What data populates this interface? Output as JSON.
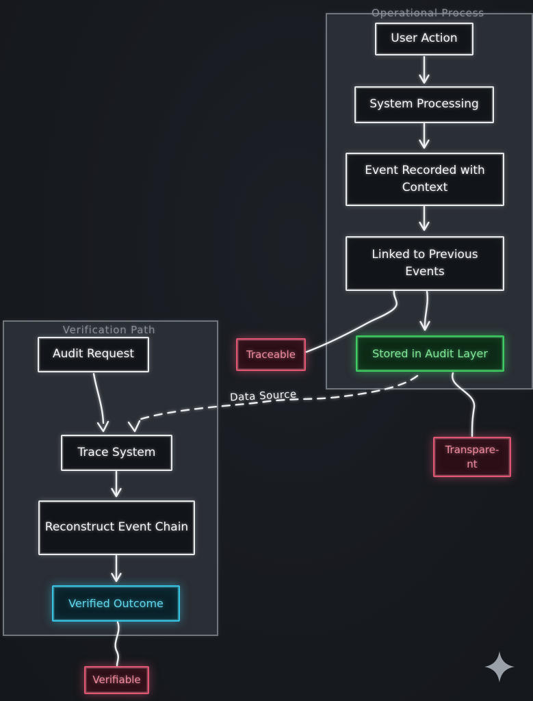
{
  "diagram": {
    "groups": {
      "operational": {
        "title": "Operational Process"
      },
      "verification": {
        "title": "Verification Path"
      }
    },
    "nodes": {
      "user_action": {
        "label": "User Action",
        "kind": "default"
      },
      "system_processing": {
        "label": "System Processing",
        "kind": "default"
      },
      "event_recorded": {
        "label": "Event Recorded with Context",
        "kind": "default"
      },
      "linked_previous": {
        "label": "Linked to Previous Events",
        "kind": "default"
      },
      "stored_audit": {
        "label": "Stored in Audit Layer",
        "kind": "green"
      },
      "traceable": {
        "label": "Traceable",
        "kind": "red"
      },
      "transparent": {
        "label": "Transpare-\nnt",
        "kind": "red"
      },
      "audit_request": {
        "label": "Audit Request",
        "kind": "default"
      },
      "trace_system": {
        "label": "Trace System",
        "kind": "default"
      },
      "reconstruct": {
        "label": "Reconstruct Event Chain",
        "kind": "default"
      },
      "verified_outcome": {
        "label": "Verified Outcome",
        "kind": "cyan"
      },
      "verifiable": {
        "label": "Verifiable",
        "kind": "red"
      }
    },
    "edge_labels": {
      "data_source": "Data Source"
    },
    "edges": [
      {
        "from": "user_action",
        "to": "system_processing",
        "style": "solid-arrow"
      },
      {
        "from": "system_processing",
        "to": "event_recorded",
        "style": "solid-arrow"
      },
      {
        "from": "event_recorded",
        "to": "linked_previous",
        "style": "solid-arrow"
      },
      {
        "from": "linked_previous",
        "to": "stored_audit",
        "style": "solid-arrow"
      },
      {
        "from": "linked_previous",
        "to": "traceable",
        "style": "solid-line"
      },
      {
        "from": "stored_audit",
        "to": "transparent",
        "style": "solid-line"
      },
      {
        "from": "stored_audit",
        "to": "trace_system",
        "style": "dashed-arrow",
        "label": "Data Source"
      },
      {
        "from": "audit_request",
        "to": "trace_system",
        "style": "solid-arrow"
      },
      {
        "from": "trace_system",
        "to": "reconstruct",
        "style": "solid-arrow"
      },
      {
        "from": "reconstruct",
        "to": "verified_outcome",
        "style": "solid-arrow"
      },
      {
        "from": "verified_outcome",
        "to": "verifiable",
        "style": "solid-line"
      }
    ],
    "colors": {
      "background": "#171a1f",
      "group_fill": "#2a2e35",
      "group_border": "#71777f",
      "group_title_text": "#8a9099",
      "node_fill": "#111419",
      "node_border": "#e9ebed",
      "node_text": "#f7f8f9",
      "green_border": "#3bcd62",
      "green_text": "#80e997",
      "green_fill": "#0d2a17",
      "red_border": "#e05571",
      "red_text": "#f28da0",
      "red_fill": "#2a0f17",
      "cyan_border": "#38c5e5",
      "cyan_text": "#5fd9ef",
      "cyan_fill": "#0a2129",
      "line": "#eef0f2",
      "sparkle": "#9ba1a8"
    },
    "icons": {
      "sparkle": "four-pointed-star"
    }
  }
}
